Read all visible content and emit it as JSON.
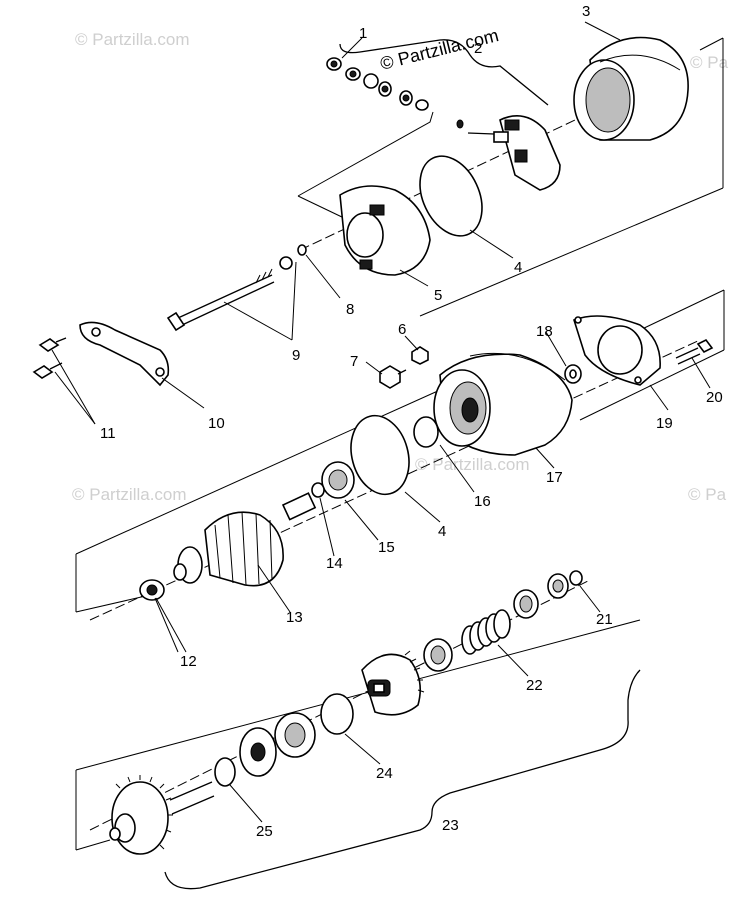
{
  "watermark": {
    "main": "© Partzilla.com",
    "faint": "© Partzilla.com",
    "edge": "© Pa"
  },
  "callouts": [
    "1",
    "2",
    "3",
    "4",
    "5",
    "6",
    "7",
    "8",
    "9",
    "10",
    "11",
    "12",
    "13",
    "14",
    "15",
    "16",
    "17",
    "18",
    "19",
    "20",
    "21",
    "22",
    "23",
    "24",
    "25",
    "4"
  ],
  "colors": {
    "ink": "#000000",
    "watermark": "#cfcfcf",
    "background": "#ffffff"
  }
}
